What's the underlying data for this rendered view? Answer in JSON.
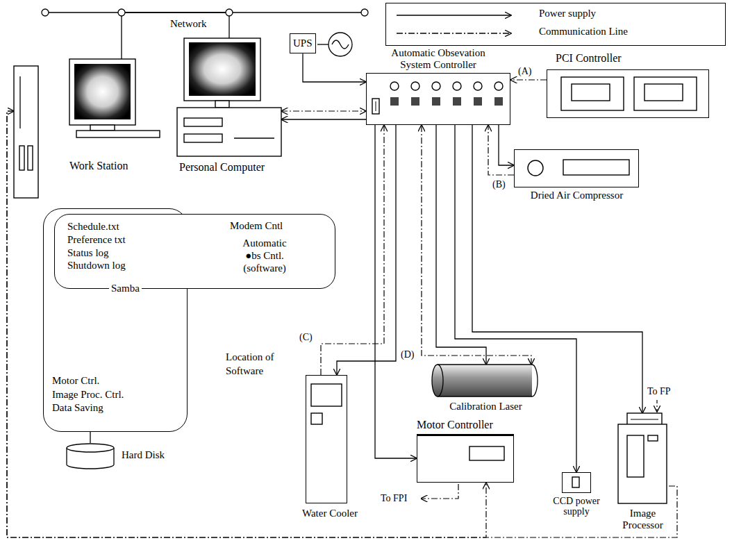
{
  "diagram": {
    "nodes": [
      {
        "text": [
          "Work Station"
        ]
      },
      {
        "text": [
          "Personal Computer"
        ]
      },
      {
        "text": [
          "UPS"
        ]
      },
      {
        "text": [
          "Automatic Obsevation System Controller"
        ]
      },
      {
        "text": [
          "PCI Controller"
        ]
      },
      {
        "text": [
          "Dried Air Compressor"
        ]
      },
      {
        "text": [
          "Water Cooler"
        ]
      },
      {
        "text": [
          "Calibration Laser"
        ]
      },
      {
        "text": [
          "Motor Controller"
        ]
      },
      {
        "text": [
          "CCD power supply"
        ]
      },
      {
        "text": [
          "Image Processor"
        ]
      },
      {
        "text": [
          "Motor Ctrl. Image Proc. Ctrl. Data Saving"
        ]
      },
      {
        "text": [
          "Schedule.txt Preference txt Status log Shutdown log",
          "Modem Cntl",
          "Automatic ●bs Cntl. (software)",
          "Samba"
        ]
      },
      {
        "text": [
          "Hard Disk"
        ]
      }
    ],
    "edges": [
      {
        "from": 0,
        "to": 1,
        "arrow": "none"
      },
      {
        "from": 2,
        "to": 3,
        "arrow": "to"
      },
      {
        "from": 3,
        "to": 1,
        "arrow": "to"
      },
      {
        "from": 1,
        "to": 3,
        "arrow": "both"
      },
      {
        "from": 4,
        "to": 3,
        "arrow": "to",
        "label": "(A)"
      },
      {
        "from": 3,
        "to": 5,
        "arrow": "to"
      },
      {
        "from": 5,
        "to": 3,
        "arrow": "to",
        "label": "(B)"
      },
      {
        "from": 3,
        "to": 6,
        "arrow": "to"
      },
      {
        "from": 6,
        "to": 3,
        "arrow": "to",
        "label": "(C)"
      },
      {
        "from": 3,
        "to": 8,
        "arrow": "to"
      },
      {
        "from": 3,
        "to": 7,
        "arrow": "to"
      },
      {
        "from": 7,
        "to": 3,
        "arrow": "both",
        "label": "(D)"
      },
      {
        "from": 3,
        "to": 9,
        "arrow": "to"
      },
      {
        "from": 3,
        "to": 10,
        "arrow": "to"
      },
      {
        "from": 10,
        "to": 0,
        "arrow": "to"
      },
      {
        "from": 0,
        "to": 8,
        "arrow": "to"
      },
      {
        "from": 11,
        "to": 13,
        "arrow": "none"
      }
    ],
    "labels": [
      "Network",
      "Location of Software",
      "To FPI",
      "To FP"
    ],
    "legend": [
      {
        "text": "Power supply"
      },
      {
        "text": "Communication Line"
      }
    ]
  }
}
